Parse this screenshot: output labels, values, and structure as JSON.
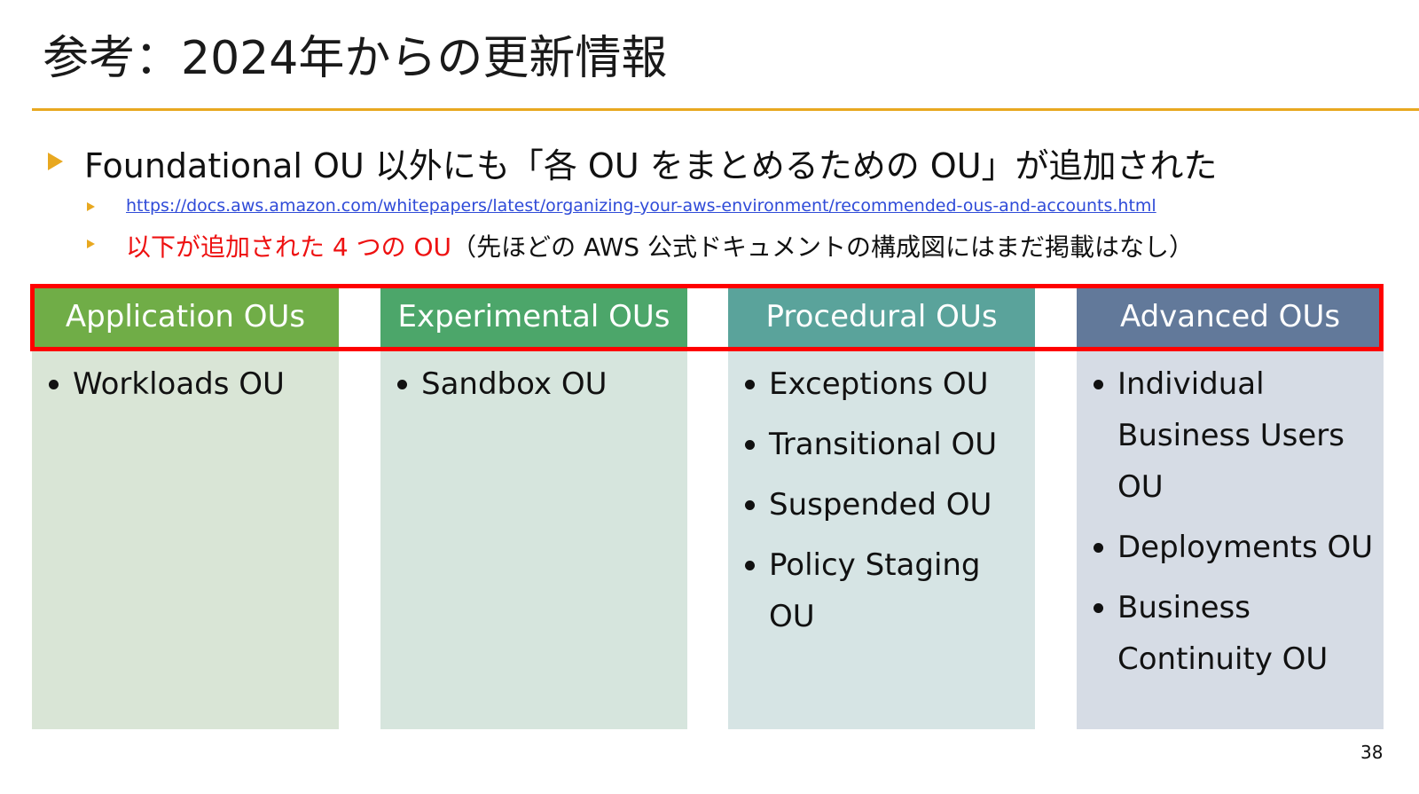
{
  "title": "参考：2024年からの更新情報",
  "bullet1": "Foundational OU 以外にも「各 OU をまとめるための OU」が追加された",
  "sub1": {
    "link_text": "https://docs.aws.amazon.com/whitepapers/latest/organizing-your-aws-environment/recommended-ous-and-accounts.html"
  },
  "sub2": {
    "red_text": "以下が追加された 4 つの OU",
    "rest_text": "（先ほどの AWS 公式ドキュメントの構成図にはまだ掲載はなし）"
  },
  "columns": [
    {
      "header": "Application OUs",
      "header_color": "#70AD47",
      "body_color": "#D9E5D6",
      "items": [
        "Workloads OU"
      ]
    },
    {
      "header": "Experimental OUs",
      "header_color": "#4CA66A",
      "body_color": "#D6E5DD",
      "items": [
        "Sandbox OU"
      ]
    },
    {
      "header": "Procedural OUs",
      "header_color": "#5AA39B",
      "body_color": "#D6E4E4",
      "items": [
        "Exceptions OU",
        "Transitional OU",
        "Suspended OU",
        "Policy Staging OU"
      ]
    },
    {
      "header": "Advanced OUs",
      "header_color": "#62799A",
      "body_color": "#D6DCE5",
      "items": [
        "Individual Business Users OU",
        "Deployments OU",
        "Business Continuity OU"
      ]
    }
  ],
  "colors": {
    "accent": "#E8A820",
    "highlight": "#FF0000",
    "link": "#2F4BD8"
  },
  "page_number": "38"
}
